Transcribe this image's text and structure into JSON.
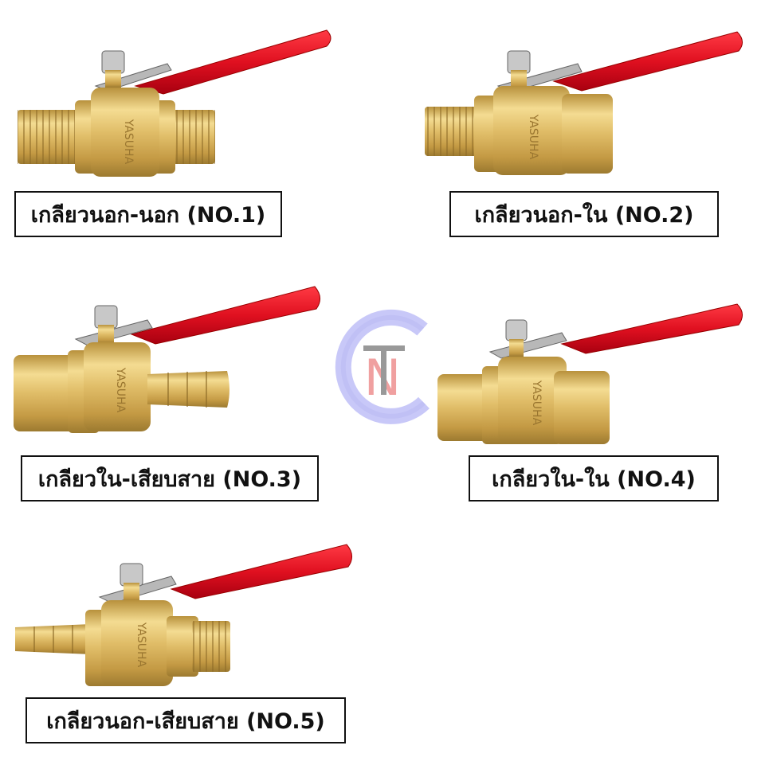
{
  "products": [
    {
      "id": "no1",
      "caption": "เกลียวนอก-นอก (NO.1)",
      "stamp": "YASUHA"
    },
    {
      "id": "no2",
      "caption": "เกลียวนอก-ใน (NO.2)",
      "stamp": "YASUHA"
    },
    {
      "id": "no3",
      "caption": "เกลียวใน-เสียบสาย (NO.3)",
      "stamp": "YASUHA"
    },
    {
      "id": "no4",
      "caption": "เกลียวใน-ใน (NO.4)",
      "stamp": "YASUHA"
    },
    {
      "id": "no5",
      "caption": "เกลียวนอก-เสียบสาย (NO.5)",
      "stamp": "YASUHA"
    }
  ],
  "logo": {
    "letters": "CTN",
    "ring_color": "#c8c8f8",
    "t_color": "#999999",
    "n_color": "#f0a0a0"
  },
  "colors": {
    "brass": "#d9b45a",
    "handle": "#e01020",
    "frame": "#111111"
  }
}
